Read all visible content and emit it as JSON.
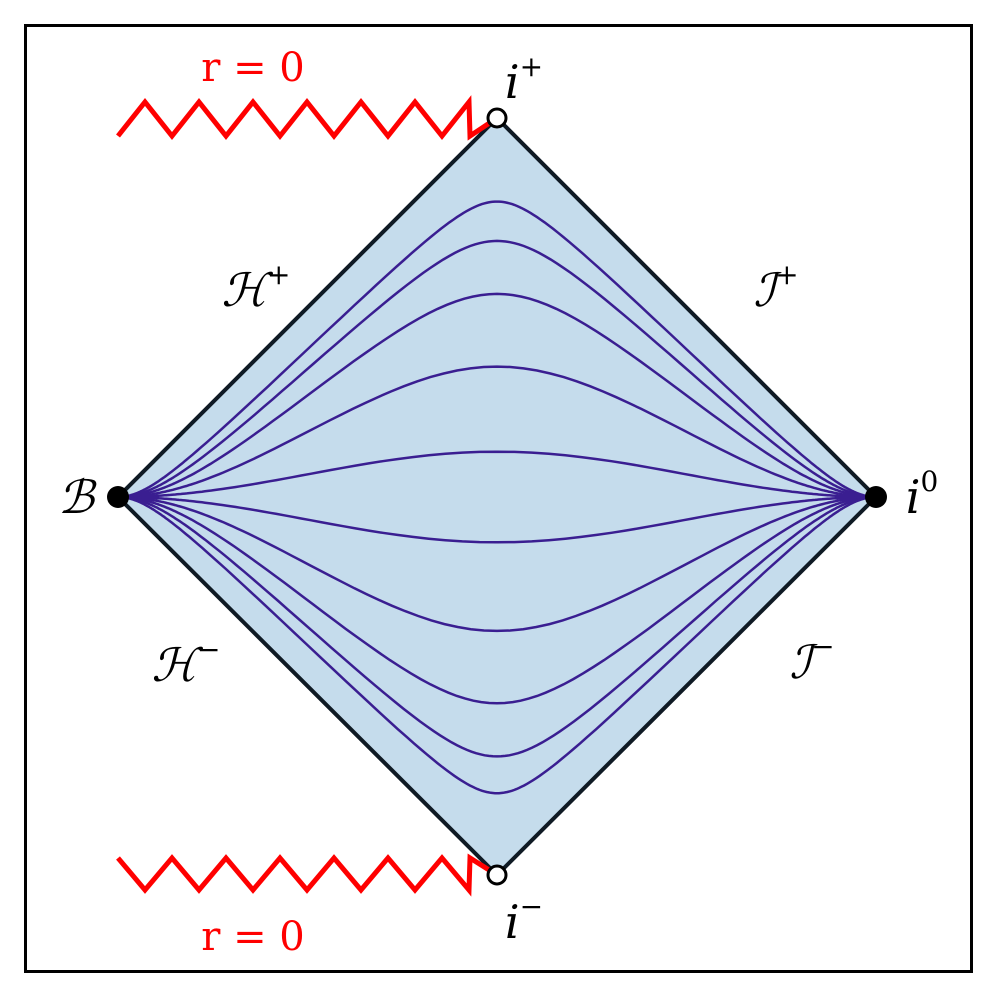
{
  "labels": {
    "singularity_top": "r = 0",
    "singularity_bottom": "r = 0",
    "i_plus": {
      "base": "i",
      "sup": "+"
    },
    "i_minus": {
      "base": "i",
      "sup": "−"
    },
    "i_zero": {
      "base": "i",
      "sup": "0"
    },
    "horizon_future": {
      "base": "ℋ",
      "sup": "+"
    },
    "horizon_past": {
      "base": "ℋ",
      "sup": "−"
    },
    "scri_plus": {
      "base": "ℐ",
      "sup": "+"
    },
    "scri_minus": {
      "base": "ℐ",
      "sup": "−"
    },
    "bifurcation": "ℬ"
  },
  "colors": {
    "region_fill": "#c5dcec",
    "boundary": "#0f1a24",
    "slices": "#3a1e91",
    "singularity": "#ff0000",
    "frame": "#000000"
  }
}
